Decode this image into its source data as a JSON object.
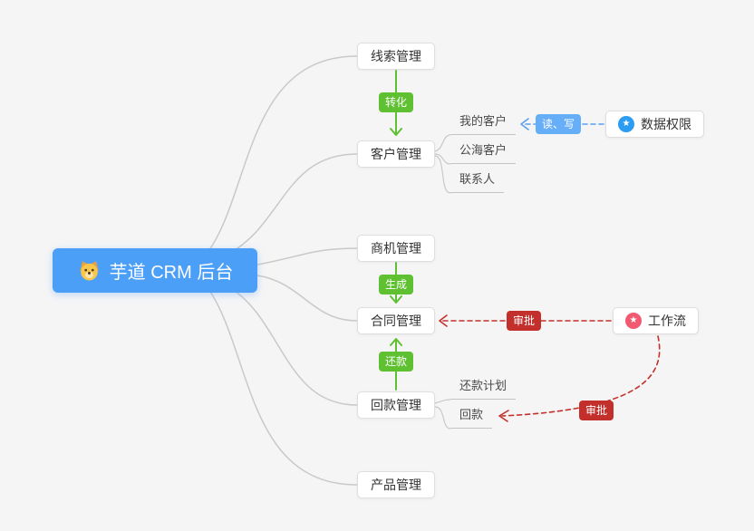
{
  "root": {
    "label": "芋道 CRM 后台"
  },
  "nodes": {
    "clue": "线索管理",
    "customer": "客户管理",
    "business": "商机管理",
    "contract": "合同管理",
    "receivable": "回款管理",
    "product": "产品管理",
    "data_permission": "数据权限",
    "workflow": "工作流"
  },
  "leaves": {
    "my_customers": "我的客户",
    "public_customers": "公海客户",
    "contacts": "联系人",
    "repayment_plan": "还款计划",
    "repayment": "回款"
  },
  "badges": {
    "transform": "转化",
    "generate": "生成",
    "repay": "还款",
    "read_write": "读、写",
    "approve_contract": "审批",
    "approve_receivable": "审批"
  },
  "glyphs": {
    "star": "★"
  },
  "colors": {
    "canvas_bg": "#f5f5f6",
    "root_bg": "#4c9ff7",
    "badge_green": "#5fc131",
    "badge_blue": "#66aef7",
    "badge_red": "#c3302b",
    "connector_gray": "#c9c9c9",
    "data_permission_icon": "#2b9cf2",
    "workflow_icon": "#f25971"
  }
}
